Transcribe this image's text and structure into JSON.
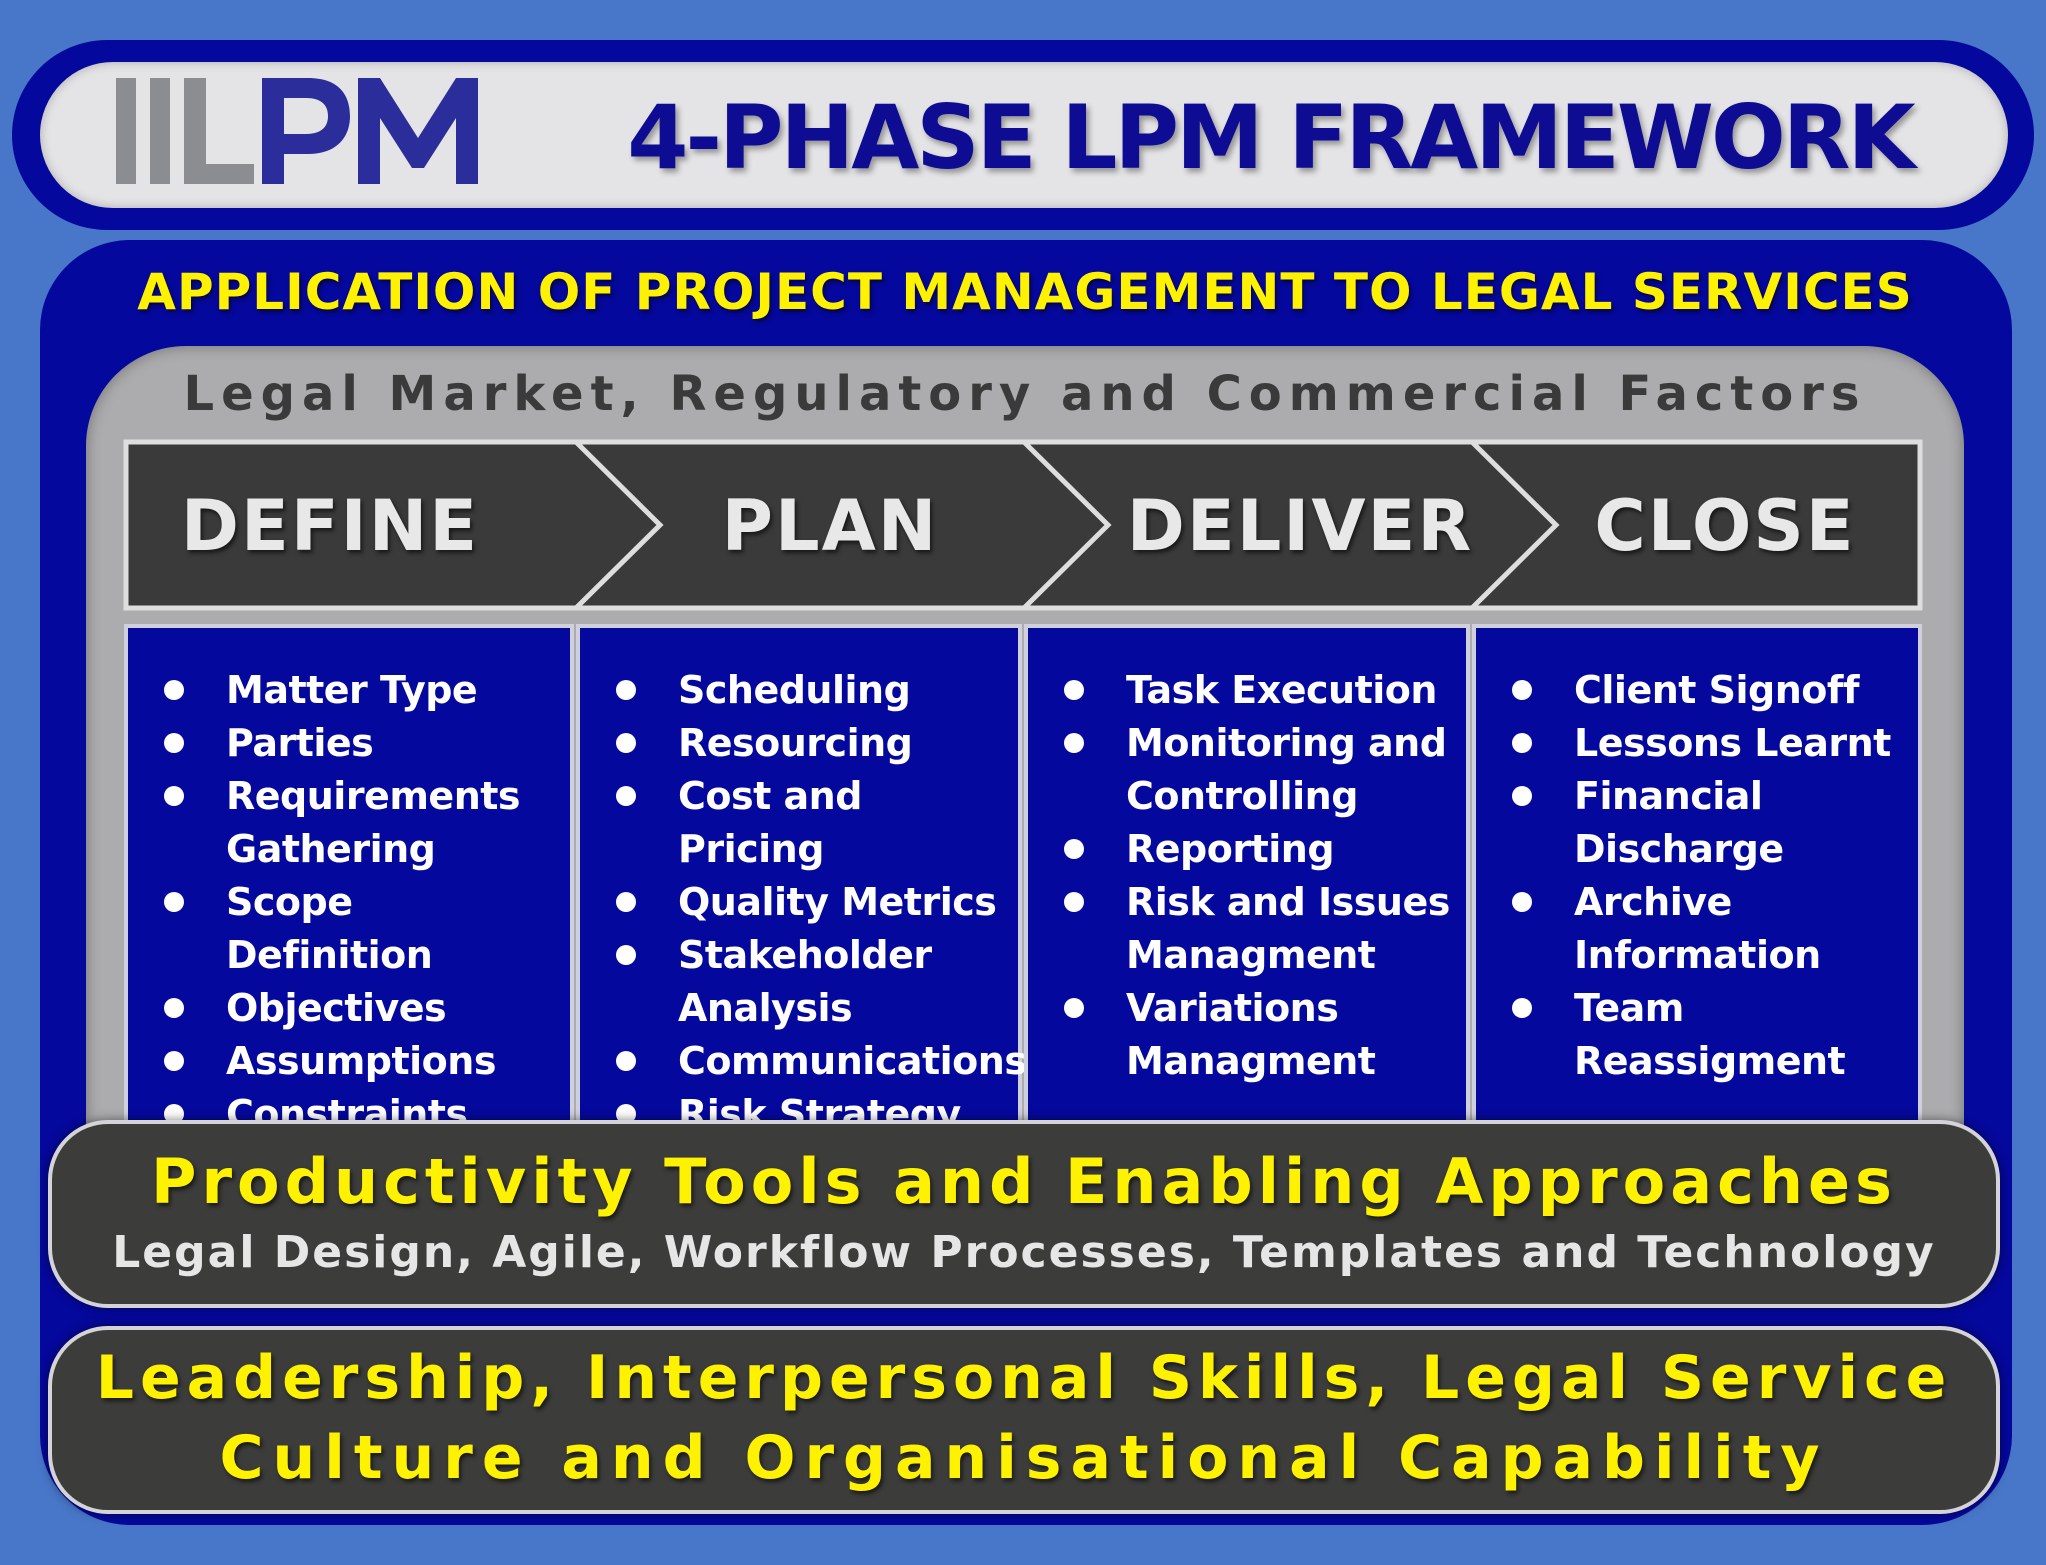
{
  "header": {
    "logo_text": "IILPM",
    "title": "4-PHASE LPM FRAMEWORK"
  },
  "subtitle": "APPLICATION OF PROJECT MANAGEMENT TO LEGAL SERVICES",
  "factors": "Legal Market, Regulatory and Commercial Factors",
  "phases": [
    {
      "label": "DEFINE",
      "items": [
        "Matter Type",
        "Parties",
        "Requirements Gathering",
        "Scope Definition",
        "Objectives",
        "Assumptions",
        "Constraints"
      ]
    },
    {
      "label": "PLAN",
      "items": [
        "Scheduling",
        "Resourcing",
        "Cost and Pricing",
        "Quality Metrics",
        "Stakeholder Analysis",
        "Communications",
        "Risk Strategy"
      ]
    },
    {
      "label": "DELIVER",
      "items": [
        "Task Execution",
        "Monitoring and Controlling",
        "Reporting",
        "Risk and Issues Managment",
        "Variations Managment"
      ]
    },
    {
      "label": "CLOSE",
      "items": [
        "Client Signoff",
        "Lessons Learnt",
        "Financial Discharge",
        "Archive Information",
        "Team Reassigment"
      ]
    }
  ],
  "tools": {
    "title": "Productivity Tools and Enabling Approaches",
    "subtitle": "Legal Design, Agile, Workflow Processes, Templates and Technology"
  },
  "leadership": {
    "line1": "Leadership, Interpersonal Skills, Legal Service",
    "line2": "Culture and Organisational Capability"
  },
  "colors": {
    "background": "#4877c9",
    "navy": "#05089c",
    "title_blue": "#0d0c92",
    "yellow": "#fff200",
    "gray_panel": "#acacae",
    "dark_gray": "#3c3c3b"
  }
}
